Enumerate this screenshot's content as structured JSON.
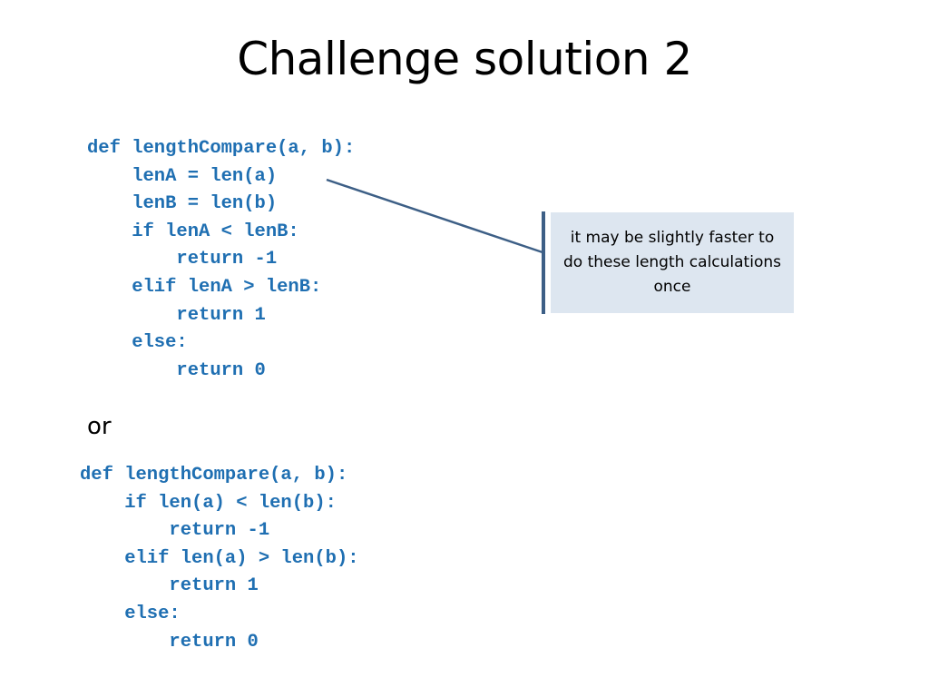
{
  "slide": {
    "title": "Challenge solution 2",
    "separator": "or",
    "callout": "it may be slightly faster to do these length calculations once"
  },
  "code_block_1": {
    "lines": [
      "def lengthCompare(a, b):",
      "    lenA = len(a)",
      "    lenB = len(b)",
      "    if lenA < lenB:",
      "        return -1",
      "    elif lenA > lenB:",
      "        return 1",
      "    else:",
      "        return 0"
    ]
  },
  "code_block_2": {
    "lines": [
      "def lengthCompare(a, b):",
      "    if len(a) < len(b):",
      "        return -1",
      "    elif len(a) > len(b):",
      "        return 1",
      "    else:",
      "        return 0"
    ]
  },
  "colors": {
    "code": "#1f6fb2",
    "callout_fill": "#dde6f0",
    "callout_accent": "#3d5f86"
  }
}
